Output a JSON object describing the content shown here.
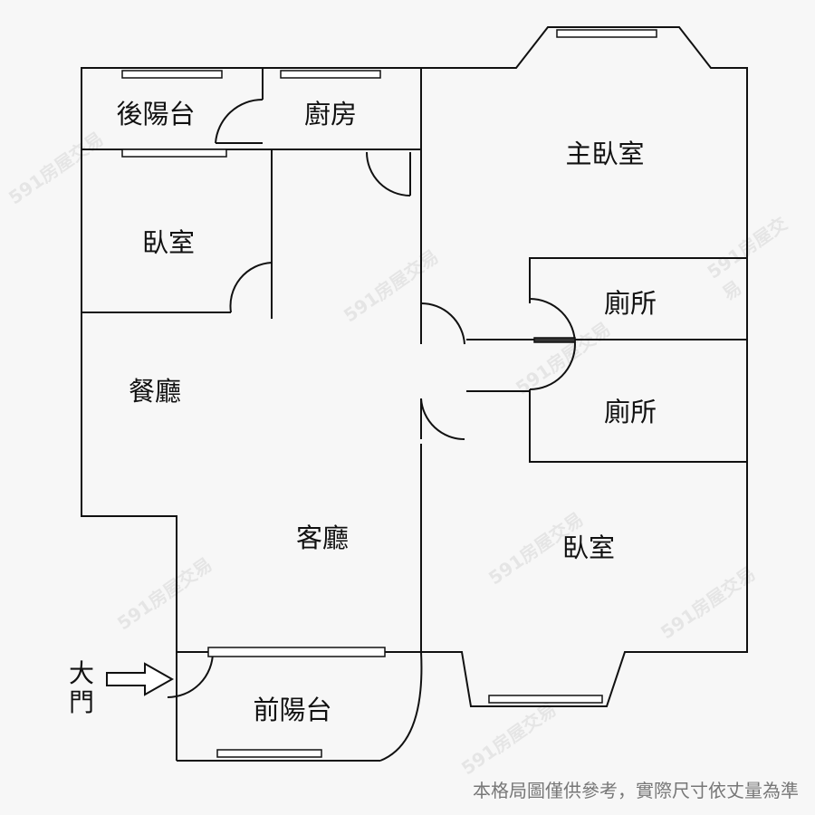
{
  "rooms": {
    "back_balcony": "後陽台",
    "kitchen": "廚房",
    "master_bedroom": "主臥室",
    "bedroom_left": "臥室",
    "bathroom_1": "廁所",
    "bathroom_2": "廁所",
    "dining_room": "餐廳",
    "living_room": "客廳",
    "bedroom_right": "臥室",
    "front_balcony": "前陽台"
  },
  "entrance": {
    "label_line1": "大",
    "label_line2": "門"
  },
  "watermark": "591房屋交易",
  "disclaimer": "本格局圖僅供參考，實際尺寸依丈量為準"
}
